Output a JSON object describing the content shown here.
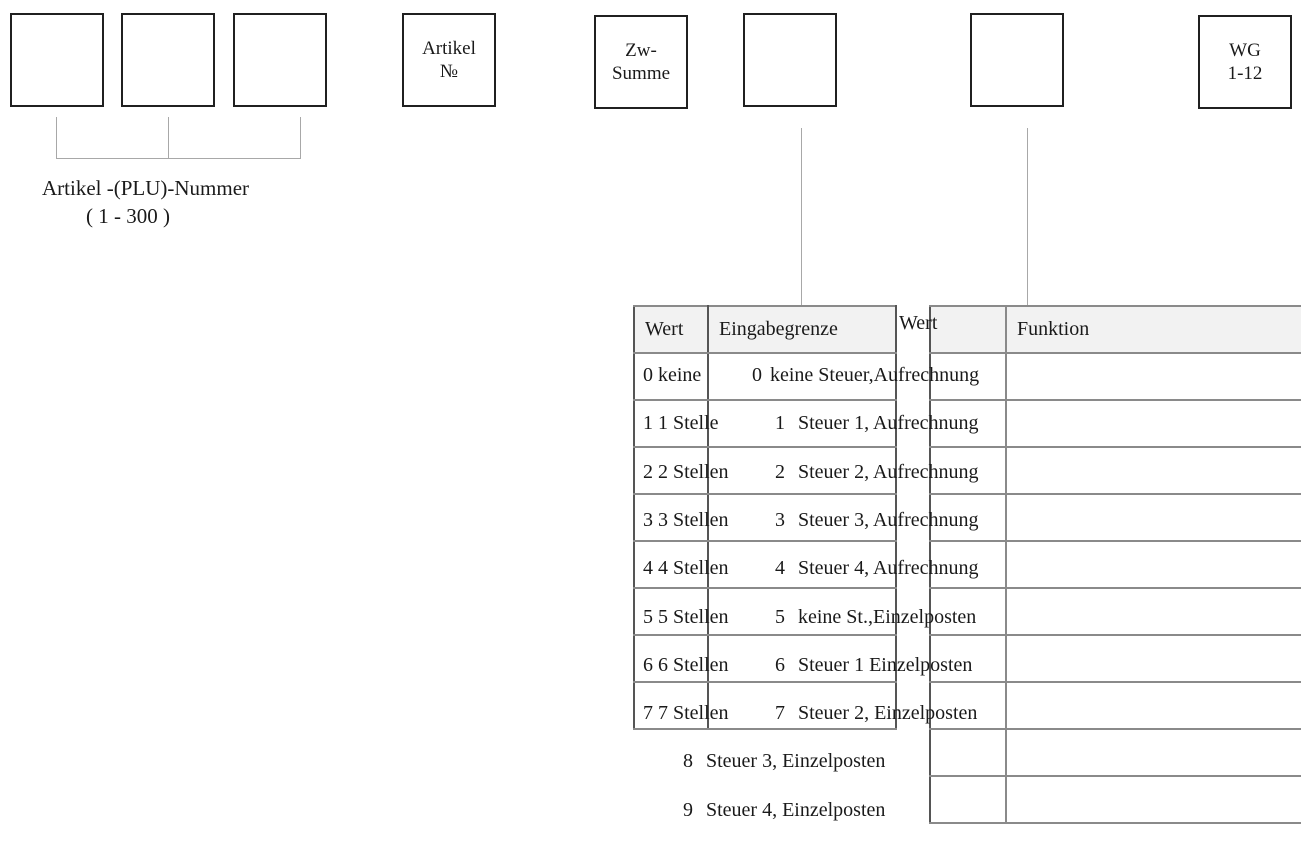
{
  "keys": [
    {
      "id": "key-1",
      "label": ""
    },
    {
      "id": "key-2",
      "label": ""
    },
    {
      "id": "key-3",
      "label": ""
    },
    {
      "id": "key-artikel-nr",
      "label": "Artikel\n№"
    },
    {
      "id": "key-zw-summe",
      "label": "Zw-\nSumme"
    },
    {
      "id": "key-blank-a",
      "label": ""
    },
    {
      "id": "key-blank-b",
      "label": ""
    },
    {
      "id": "key-wg",
      "label": "WG\n1-12"
    }
  ],
  "plu_caption": {
    "line1": "Artikel -(PLU)-Nummer",
    "line2": "( 1 - 300 )"
  },
  "left_table": {
    "headers": [
      "Wert",
      "Eingabegrenze"
    ],
    "rows": [
      [
        "0",
        "keine"
      ],
      [
        "1",
        "1 Stelle"
      ],
      [
        "2",
        "2 Stellen"
      ],
      [
        "3",
        "3 Stellen"
      ],
      [
        "4",
        "4 Stellen"
      ],
      [
        "5",
        "5 Stellen"
      ],
      [
        "6",
        "6 Stellen"
      ],
      [
        "7",
        "7 Stellen"
      ]
    ]
  },
  "right_table": {
    "headers": [
      "Wert",
      "Funktion"
    ],
    "rows": [
      [
        "0",
        "keine Steuer,Aufrechnung"
      ],
      [
        "1",
        "Steuer 1, Aufrechnung"
      ],
      [
        "2",
        "Steuer 2, Aufrechnung"
      ],
      [
        "3",
        "Steuer 3, Aufrechnung"
      ],
      [
        "4",
        "Steuer 4, Aufrechnung"
      ],
      [
        "5",
        "keine St.,Einzelposten"
      ],
      [
        "6",
        "Steuer 1 Einzelposten"
      ],
      [
        "7",
        "Steuer 2, Einzelposten"
      ],
      [
        "8",
        "Steuer 3, Einzelposten"
      ],
      [
        "9",
        "Steuer 4, Einzelposten"
      ]
    ]
  }
}
